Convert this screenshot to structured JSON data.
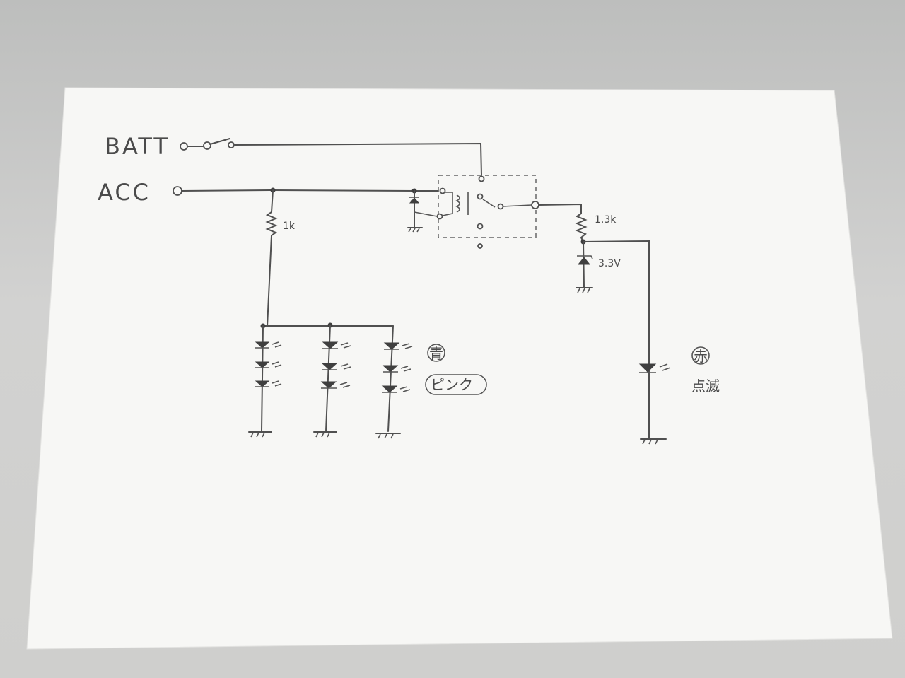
{
  "labels": {
    "batt": "BATT",
    "acc": "ACC",
    "resistor_1": "1k",
    "resistor_2": "1.3k",
    "zener": "3.3V",
    "led_group_color": "青",
    "led_group_color2": "ピンク",
    "blink_led_color": "赤",
    "blink_led_mode": "点滅"
  },
  "colors": {
    "paper": "#f7f7f5",
    "pencil": "#4a4a4a"
  }
}
